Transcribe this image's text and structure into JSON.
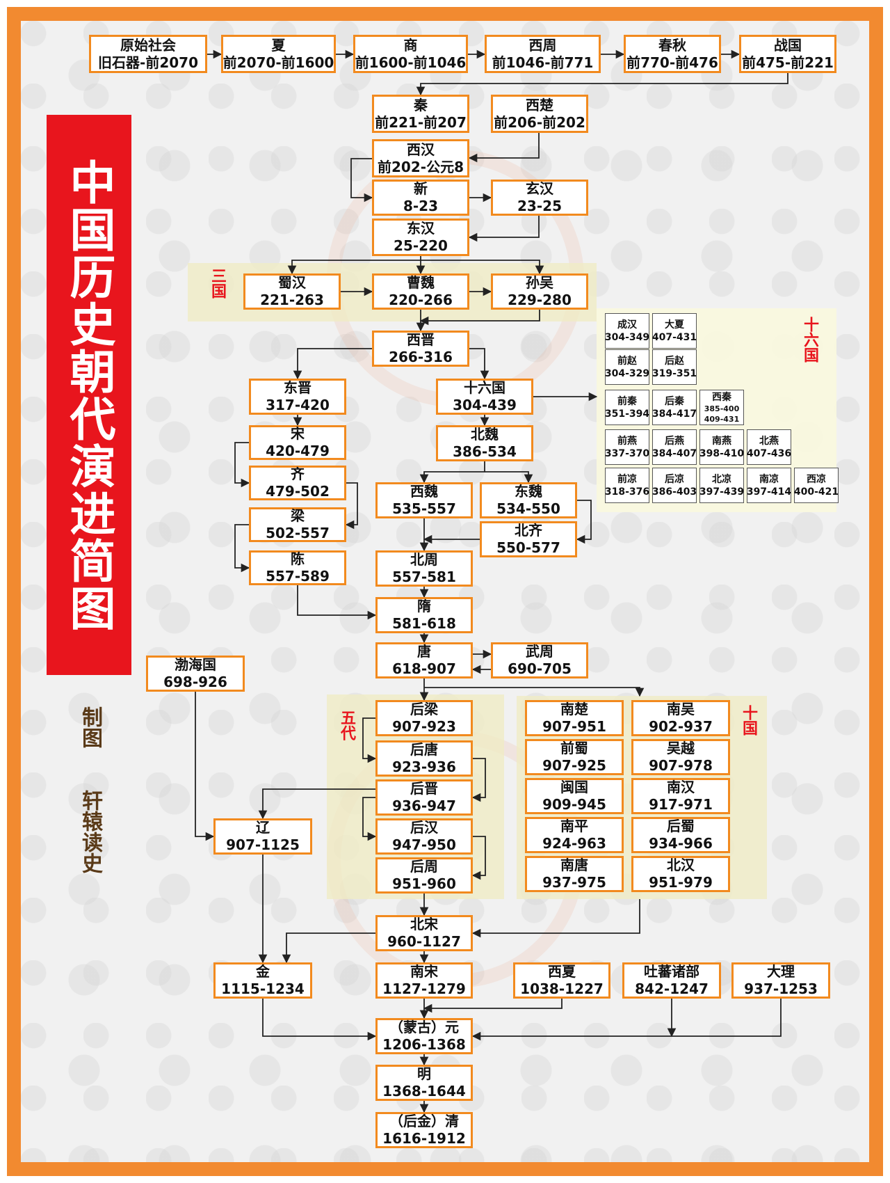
{
  "title": "中国历史朝代演进简图",
  "credit": {
    "line1": "制图",
    "line2": "轩辕读史"
  },
  "group_labels": {
    "three_kingdoms": "三国",
    "sixteen_kingdoms": "十六国",
    "five_dynasties": "五代",
    "ten_kingdoms": "十国"
  },
  "colors": {
    "frame": "#f28a30",
    "box_border": "#f28a1e",
    "title_banner": "#e8151d",
    "group_label": "#e8151d",
    "group_zone": "#f0ecc4",
    "credit": "#5a3a18"
  },
  "dynasties": {
    "yuanshi": {
      "name": "原始社会",
      "period": "旧石器-前2070"
    },
    "xia": {
      "name": "夏",
      "period": "前2070-前1600"
    },
    "shang": {
      "name": "商",
      "period": "前1600-前1046"
    },
    "xizhou": {
      "name": "西周",
      "period": "前1046-前771"
    },
    "chunqiu": {
      "name": "春秋",
      "period": "前770-前476"
    },
    "zhanguo": {
      "name": "战国",
      "period": "前475-前221"
    },
    "qin": {
      "name": "秦",
      "period": "前221-前207"
    },
    "xichu": {
      "name": "西楚",
      "period": "前206-前202"
    },
    "xihan": {
      "name": "西汉",
      "period": "前202-公元8"
    },
    "xin": {
      "name": "新",
      "period": "8-23"
    },
    "xuanhan": {
      "name": "玄汉",
      "period": "23-25"
    },
    "donghan": {
      "name": "东汉",
      "period": "25-220"
    },
    "shuhan": {
      "name": "蜀汉",
      "period": "221-263"
    },
    "caowei": {
      "name": "曹魏",
      "period": "220-266"
    },
    "sunwu": {
      "name": "孙吴",
      "period": "229-280"
    },
    "xijin": {
      "name": "西晋",
      "period": "266-316"
    },
    "dongjin": {
      "name": "东晋",
      "period": "317-420"
    },
    "shiliuguo": {
      "name": "十六国",
      "period": "304-439"
    },
    "song_s": {
      "name": "宋",
      "period": "420-479"
    },
    "qi_s": {
      "name": "齐",
      "period": "479-502"
    },
    "liang_s": {
      "name": "梁",
      "period": "502-557"
    },
    "chen_s": {
      "name": "陈",
      "period": "557-589"
    },
    "beiwei": {
      "name": "北魏",
      "period": "386-534"
    },
    "xiwei": {
      "name": "西魏",
      "period": "535-557"
    },
    "dongwei": {
      "name": "东魏",
      "period": "534-550"
    },
    "beiqi": {
      "name": "北齐",
      "period": "550-577"
    },
    "beizhou": {
      "name": "北周",
      "period": "557-581"
    },
    "sui": {
      "name": "隋",
      "period": "581-618"
    },
    "tang": {
      "name": "唐",
      "period": "618-907"
    },
    "wuzhou": {
      "name": "武周",
      "period": "690-705"
    },
    "bohai": {
      "name": "渤海国",
      "period": "698-926"
    },
    "houliang": {
      "name": "后梁",
      "period": "907-923"
    },
    "houtang": {
      "name": "后唐",
      "period": "923-936"
    },
    "houjin": {
      "name": "后晋",
      "period": "936-947"
    },
    "houhan": {
      "name": "后汉",
      "period": "947-950"
    },
    "houzhou": {
      "name": "后周",
      "period": "951-960"
    },
    "liao": {
      "name": "辽",
      "period": "907-1125"
    },
    "beisong": {
      "name": "北宋",
      "period": "960-1127"
    },
    "jin": {
      "name": "金",
      "period": "1115-1234"
    },
    "nansong": {
      "name": "南宋",
      "period": "1127-1279"
    },
    "xixia": {
      "name": "西夏",
      "period": "1038-1227"
    },
    "tubo": {
      "name": "吐蕃诸部",
      "period": "842-1247"
    },
    "dali": {
      "name": "大理",
      "period": "937-1253"
    },
    "yuan": {
      "name": "（蒙古）元",
      "period": "1206-1368"
    },
    "ming": {
      "name": "明",
      "period": "1368-1644"
    },
    "qing": {
      "name": "（后金）清",
      "period": "1616-1912"
    }
  },
  "ten_kingdoms": [
    {
      "name": "南楚",
      "period": "907-951"
    },
    {
      "name": "南吴",
      "period": "902-937"
    },
    {
      "name": "前蜀",
      "period": "907-925"
    },
    {
      "name": "吴越",
      "period": "907-978"
    },
    {
      "name": "闽国",
      "period": "909-945"
    },
    {
      "name": "南汉",
      "period": "917-971"
    },
    {
      "name": "南平",
      "period": "924-963"
    },
    {
      "name": "后蜀",
      "period": "934-966"
    },
    {
      "name": "南唐",
      "period": "937-975"
    },
    {
      "name": "北汉",
      "period": "951-979"
    }
  ],
  "sixteen_kingdoms": [
    {
      "name": "成汉",
      "period": "304-349"
    },
    {
      "name": "大夏",
      "period": "407-431"
    },
    {
      "name": "前赵",
      "period": "304-329"
    },
    {
      "name": "后赵",
      "period": "319-351"
    },
    {
      "name": "前秦",
      "period": "351-394"
    },
    {
      "name": "后秦",
      "period": "384-417"
    },
    {
      "name": "西秦",
      "period": "385-400",
      "period2": "409-431"
    },
    {
      "name": "前燕",
      "period": "337-370"
    },
    {
      "name": "后燕",
      "period": "384-407"
    },
    {
      "name": "南燕",
      "period": "398-410"
    },
    {
      "name": "北燕",
      "period": "407-436"
    },
    {
      "name": "前凉",
      "period": "318-376"
    },
    {
      "name": "后凉",
      "period": "386-403"
    },
    {
      "name": "北凉",
      "period": "397-439"
    },
    {
      "name": "南凉",
      "period": "397-414"
    },
    {
      "name": "西凉",
      "period": "400-421"
    }
  ]
}
